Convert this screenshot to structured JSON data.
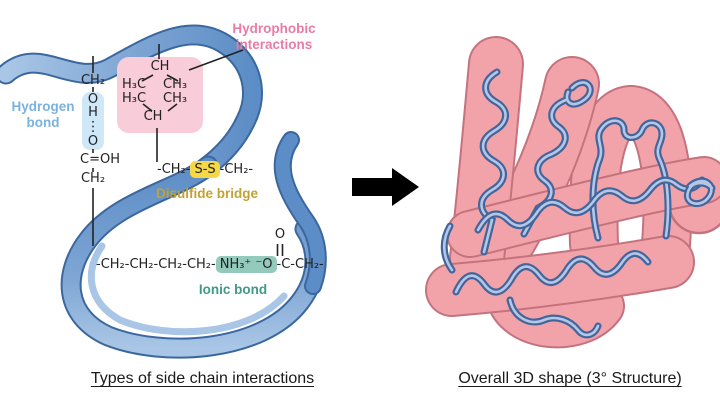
{
  "colors": {
    "ribbon_dark": "#5d8dc6",
    "ribbon_mid": "#7fa6d4",
    "ribbon_light": "#a9c6e6",
    "ribbon_outline": "#3a679e",
    "hydrogen_label": "#79b3de",
    "hydrogen_highlight": "#cfe8f8",
    "hydrophobic_label": "#e87ca6",
    "hydrophobic_highlight": "#f8ccd9",
    "disulfide_label": "#c2a233",
    "disulfide_highlight": "#f6d846",
    "ionic_label": "#3f9a86",
    "ionic_highlight": "#93cabb",
    "protein_fill": "#f2a3a9",
    "protein_outline": "#c4737e",
    "coil_dark": "#44659c",
    "coil_light": "#b3c8e6",
    "arrow": "#000000",
    "bond": "#222222",
    "caption": "#1a1a1a"
  },
  "left_panel": {
    "hydrogen_bond": {
      "label": "Hydrogen\nbond",
      "chain": {
        "ch2_top": "CH₂",
        "o1": "O",
        "h": "H",
        "o2": "O",
        "c_oh": "C=OH",
        "ch2_bottom": "CH₂"
      }
    },
    "hydrophobic": {
      "label": "Hydrophobic\ninteractions",
      "group": {
        "ch_top": "CH",
        "row1_left": "H₃C",
        "row1_right": "CH₃",
        "row2_left": "H₃C",
        "row2_right": "CH₃",
        "ch_bottom": "CH"
      }
    },
    "disulfide": {
      "label": "Disulfide bridge",
      "chain_pre": "-CH₂-",
      "chain_bond": "S-S",
      "chain_post": "-CH₂-"
    },
    "ionic": {
      "label": "Ionic bond",
      "chain_pre": "-CH₂-CH₂-CH₂-CH₂-",
      "chain_bond": "NH₃⁺ ⁻O",
      "chain_post": "-C-CH₂-",
      "carbonyl_o": "O"
    },
    "caption": "Types of side chain interactions"
  },
  "right_panel": {
    "caption": "Overall 3D shape (3° Structure)"
  }
}
